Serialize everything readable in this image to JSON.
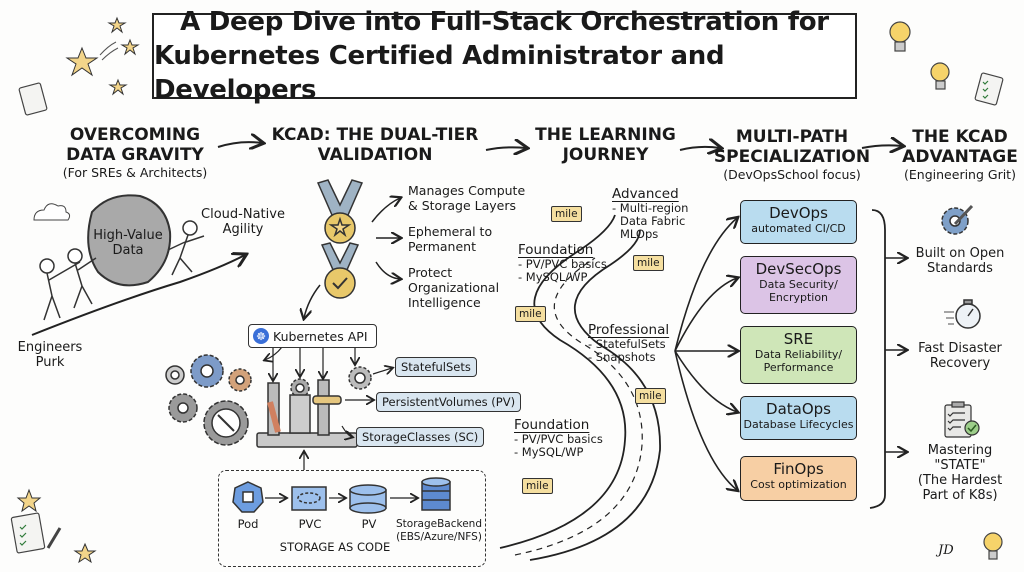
{
  "title": {
    "line1": "A Deep Dive into Full-Stack Orchestration for",
    "line2": "Kubernetes Certified Administrator and Developers"
  },
  "sections": [
    {
      "heading1": "OVERCOMING",
      "heading2": "DATA GRAVITY",
      "subtitle": "(For SREs & Architects)"
    },
    {
      "heading1": "KCAD: THE DUAL-TIER",
      "heading2": "VALIDATION",
      "subtitle": ""
    },
    {
      "heading1": "THE LEARNING",
      "heading2": "JOURNEY",
      "subtitle": ""
    },
    {
      "heading1": "MULTI-PATH",
      "heading2": "SPECIALIZATION",
      "subtitle": "(DevOpsSchool focus)"
    },
    {
      "heading1": "THE KCAD",
      "heading2": "ADVANTAGE",
      "subtitle": "(Engineering Grit)"
    }
  ],
  "gravity": {
    "boulder_line1": "High-Value",
    "boulder_line2": "Data",
    "goal_line1": "Cloud-Native",
    "goal_line2": "Agility",
    "engineers_line1": "Engineers",
    "engineers_line2": "Purk"
  },
  "validation": {
    "points": [
      {
        "line1": "Manages Compute",
        "line2": "& Storage Layers",
        "line3": ""
      },
      {
        "line1": "Ephemeral to",
        "line2": "Permanent",
        "line3": ""
      },
      {
        "line1": "Protect",
        "line2": "Organizational",
        "line3": "Intelligence"
      }
    ],
    "api_label": "Kubernetes API",
    "resources": [
      "StatefulSets",
      "PersistentVolumes (PV)",
      "StorageClasses (SC)"
    ]
  },
  "storage_flow": {
    "steps": [
      "Pod",
      "PVC",
      "PV",
      "StorageBackend"
    ],
    "backend_detail": "(EBS/Azure/NFS)",
    "caption": "STORAGE AS CODE"
  },
  "journey": {
    "milestone_label": "mile",
    "stages": [
      {
        "name": "Advanced",
        "items": [
          "- Multi-region",
          "Data Fabric",
          "MLOps"
        ]
      },
      {
        "name": "Foundation",
        "items": [
          "- PV/PVC basics",
          "- MySQL/WP"
        ]
      },
      {
        "name": "Professional",
        "items": [
          "- StatefulSets",
          "- Snapshots"
        ]
      },
      {
        "name": "Foundation",
        "items": [
          "- PV/PVC basics",
          "- MySQL/WP"
        ]
      }
    ]
  },
  "specializations": [
    {
      "name": "DevOps",
      "line1": "automated CI/CD",
      "line2": "",
      "color": "#b9dcef"
    },
    {
      "name": "DevSecOps",
      "line1": "Data Security/",
      "line2": "Encryption",
      "color": "#dcc4e6"
    },
    {
      "name": "SRE",
      "line1": "Data Reliability/",
      "line2": "Performance",
      "color": "#cfe6b8"
    },
    {
      "name": "DataOps",
      "line1": "Database Lifecycles",
      "line2": "",
      "color": "#b9dcef"
    },
    {
      "name": "FinOps",
      "line1": "Cost optimization",
      "line2": "",
      "color": "#f7cfa4"
    }
  ],
  "advantages": [
    {
      "icon": "gear-pencil-icon",
      "line1": "Built on Open",
      "line2": "Standards",
      "line3": "",
      "line4": ""
    },
    {
      "icon": "stopwatch-icon",
      "line1": "Fast Disaster",
      "line2": "Recovery",
      "line3": "",
      "line4": ""
    },
    {
      "icon": "checklist-icon",
      "line1": "Mastering",
      "line2": "\"STATE\"",
      "line3": "(The Hardest",
      "line4": "Part of K8s)"
    }
  ],
  "signature": "JD"
}
